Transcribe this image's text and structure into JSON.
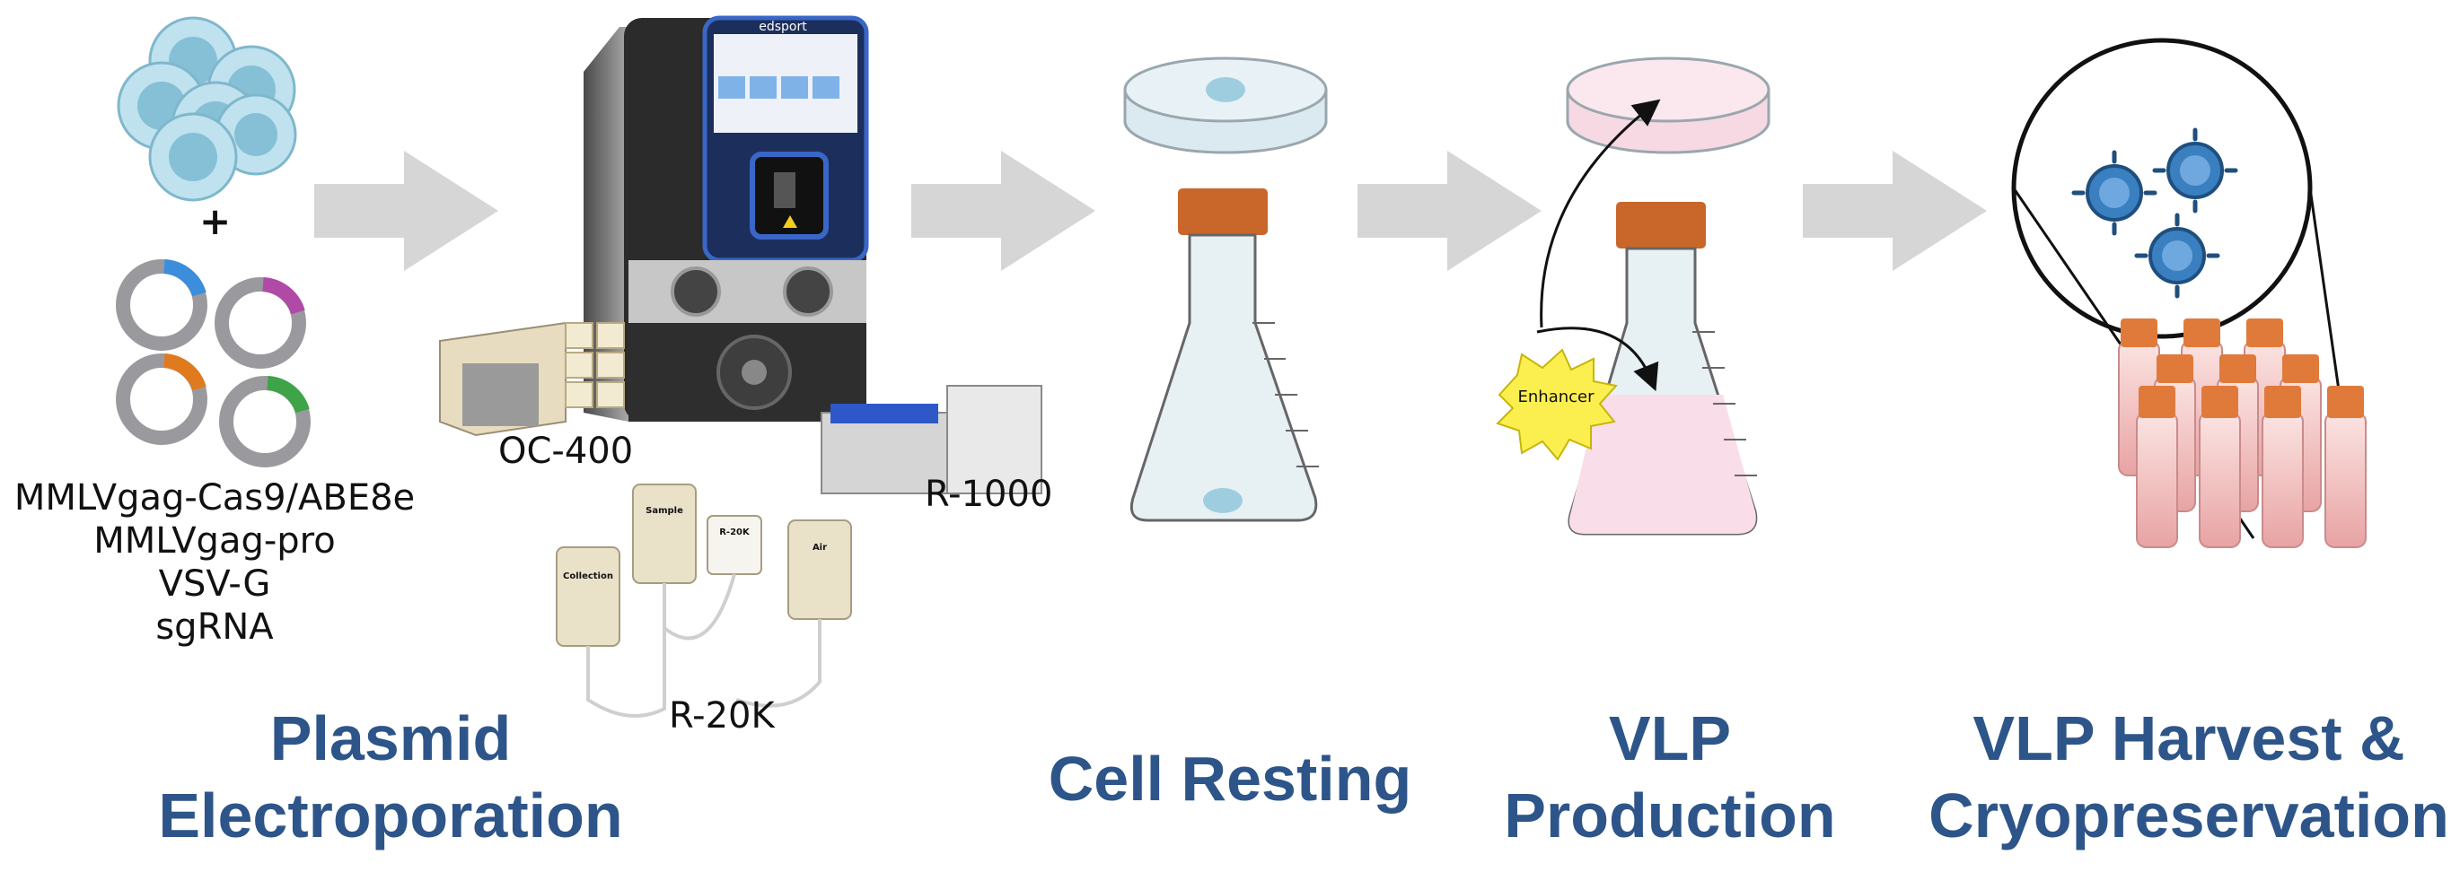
{
  "plasmids": [
    "MMLVgag-Cas9/ABE8e",
    "MMLVgag-pro",
    "VSV-G",
    "sgRNA"
  ],
  "plus": "+",
  "device": {
    "brand": "edsport",
    "parts": {
      "oc": "OC-400",
      "r1000": "R-1000",
      "r20k": "R-20K"
    },
    "bags": {
      "collection": "Collection",
      "sample": "Sample",
      "r20k": "R-20K",
      "air": "Air"
    }
  },
  "enhancer": "Enhancer",
  "steps": [
    {
      "line1": "Plasmid",
      "line2": "Electroporation"
    },
    {
      "line1": "Cell Resting",
      "line2": ""
    },
    {
      "line1": "VLP",
      "line2": "Production"
    },
    {
      "line1": "VLP Harvest &",
      "line2": "Cryopreservation"
    }
  ],
  "colors": {
    "title": "#2d5589",
    "arrow": "#d6d6d6",
    "cell": "#a9d6e5",
    "media_pink": "#f9dde8",
    "cap": "#c9672a",
    "virus": "#3a7fbf",
    "plasmid_blue": "#3c8ddb",
    "plasmid_magenta": "#b04aa6",
    "plasmid_orange": "#e07a1f",
    "plasmid_green": "#3ea447"
  }
}
